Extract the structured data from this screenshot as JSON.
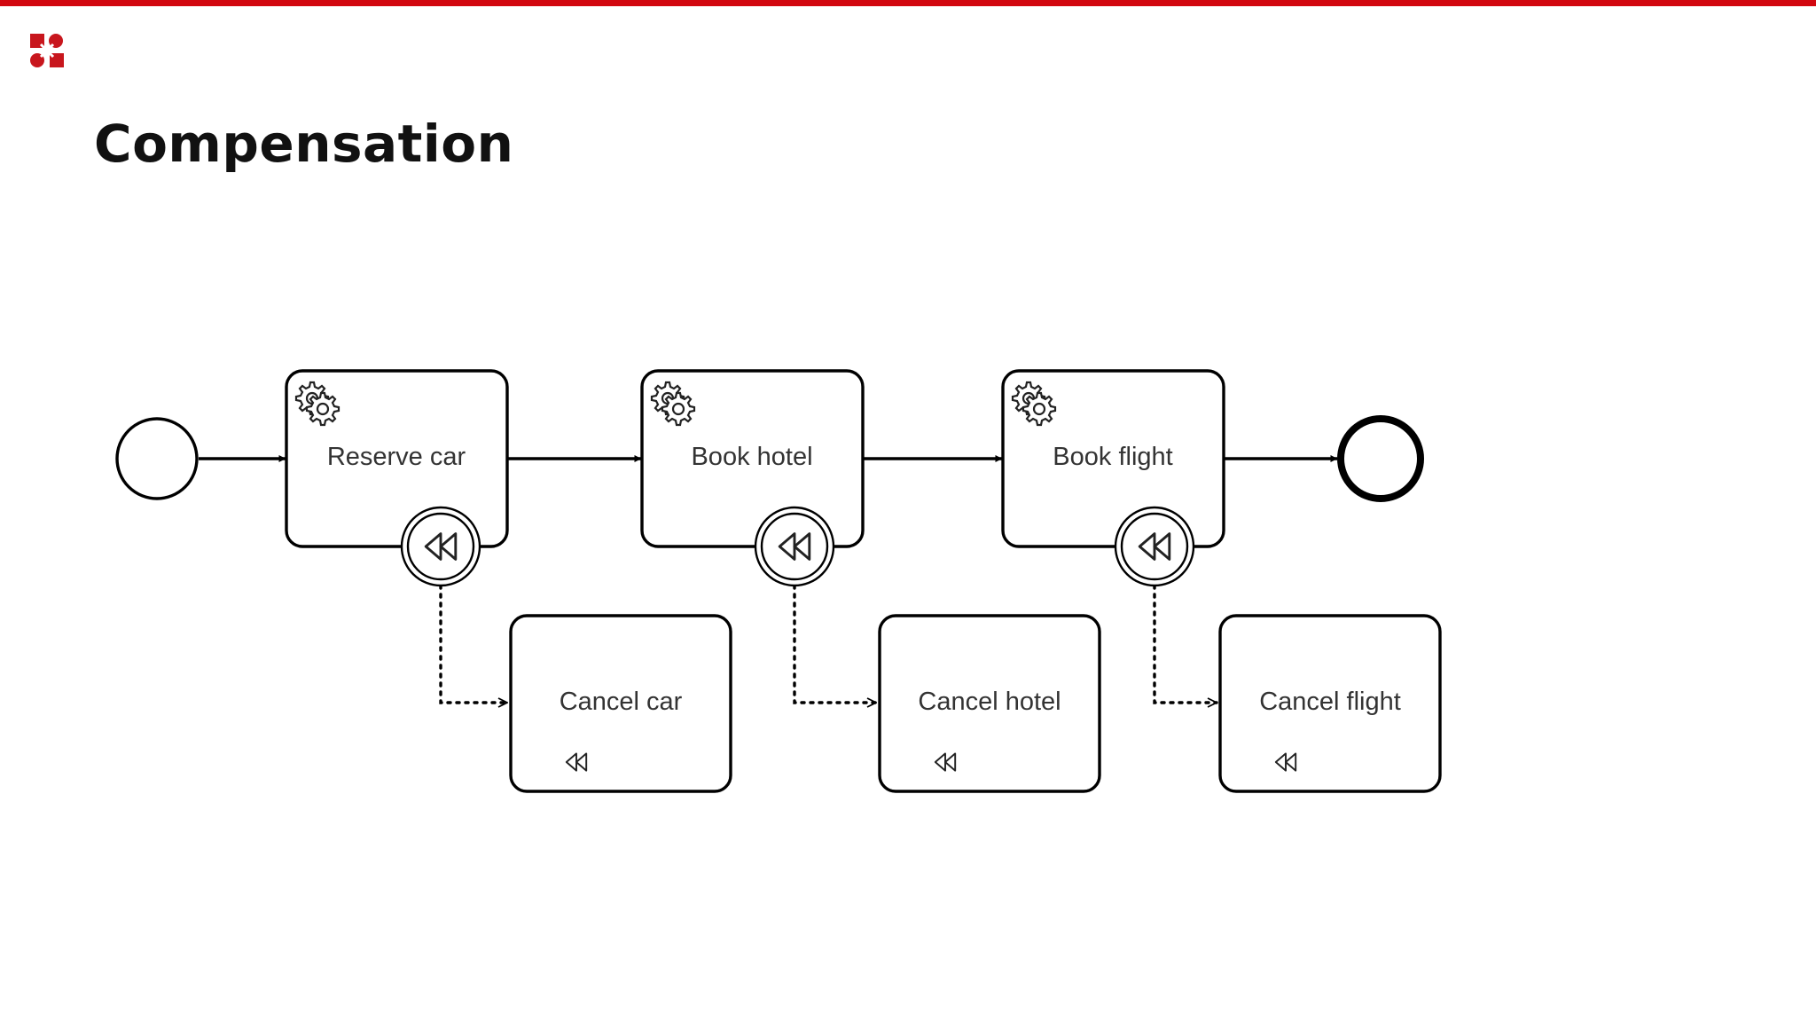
{
  "slide": {
    "title": "Compensation",
    "accent_color": "#d2070f",
    "logo_icon": "camunda-logo-icon"
  },
  "diagram": {
    "start_event": {
      "icon": "start-event-circle"
    },
    "end_event": {
      "icon": "end-event-circle"
    },
    "service_tasks": [
      {
        "label": "Reserve car",
        "icon": "gear-icon",
        "boundary_icon": "compensation-rewind-icon"
      },
      {
        "label": "Book hotel",
        "icon": "gear-icon",
        "boundary_icon": "compensation-rewind-icon"
      },
      {
        "label": "Book flight",
        "icon": "gear-icon",
        "boundary_icon": "compensation-rewind-icon"
      }
    ],
    "compensation_tasks": [
      {
        "label": "Cancel car",
        "marker_icon": "compensation-marker-icon"
      },
      {
        "label": "Cancel hotel",
        "marker_icon": "compensation-marker-icon"
      },
      {
        "label": "Cancel flight",
        "marker_icon": "compensation-marker-icon"
      }
    ]
  }
}
